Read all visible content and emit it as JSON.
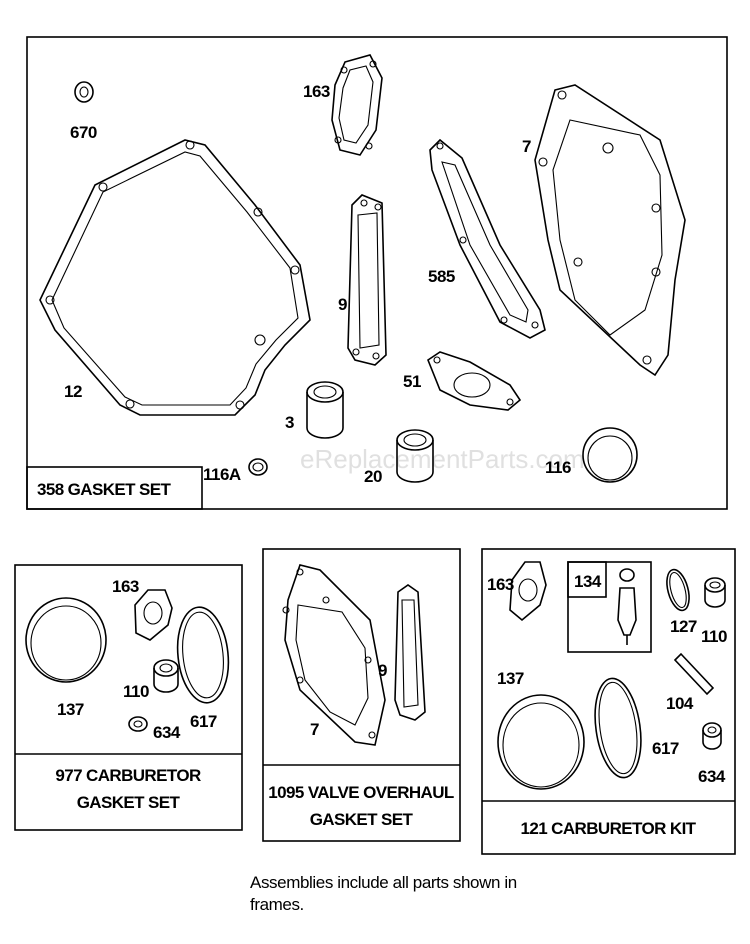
{
  "watermark": "eReplacementParts.com",
  "note": "Assemblies include all parts shown in frames.",
  "frames": {
    "main": {
      "title": "358 GASKET SET",
      "labels": {
        "p670": "670",
        "p163": "163",
        "p7": "7",
        "p9": "9",
        "p585": "585",
        "p12": "12",
        "p51": "51",
        "p3": "3",
        "p116a": "116A",
        "p20": "20",
        "p116": "116"
      }
    },
    "carb_gasket": {
      "title_line1": "977 CARBURETOR",
      "title_line2": "GASKET SET",
      "labels": {
        "p163": "163",
        "p137": "137",
        "p110": "110",
        "p634": "634",
        "p617": "617"
      }
    },
    "valve_overhaul": {
      "title_line1": "1095 VALVE OVERHAUL",
      "title_line2": "GASKET SET",
      "labels": {
        "p9": "9",
        "p7": "7"
      }
    },
    "carb_kit": {
      "title": "121 CARBURETOR KIT",
      "labels": {
        "p163": "163",
        "p134": "134",
        "p127": "127",
        "p110": "110",
        "p137": "137",
        "p104": "104",
        "p617": "617",
        "p634": "634"
      }
    }
  }
}
